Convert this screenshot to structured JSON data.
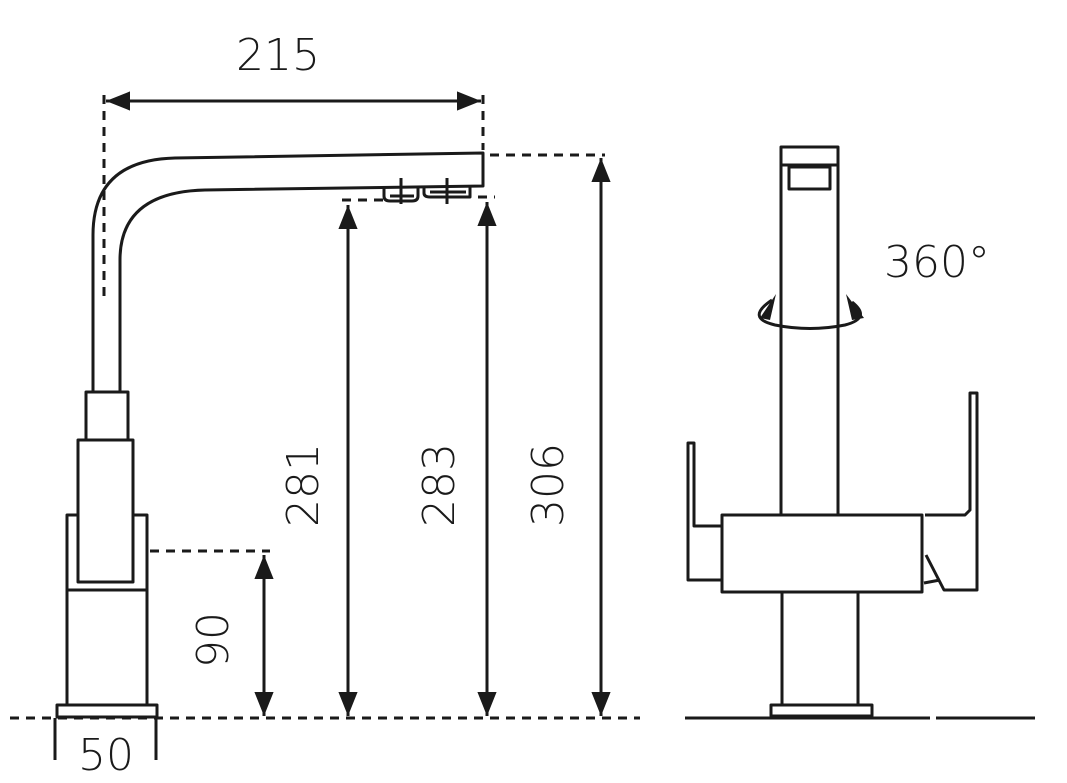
{
  "drawing": {
    "dimensions": {
      "spout_reach": "215",
      "outlet_height_1": "281",
      "outlet_height_2": "283",
      "total_height": "306",
      "handle_height": "90",
      "base_diameter": "50",
      "rotation": "360°"
    },
    "color": "#1a1a1a"
  }
}
